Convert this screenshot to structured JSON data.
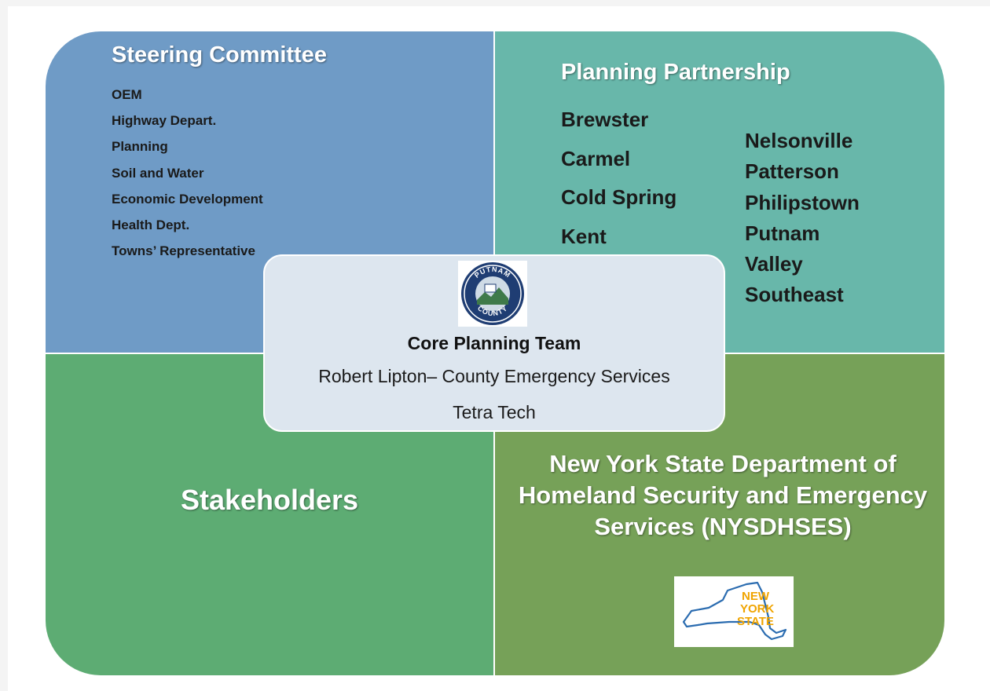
{
  "steering": {
    "title": "Steering Committee",
    "items": [
      "OEM",
      "Highway Depart.",
      "Planning",
      "Soil and Water",
      "Economic Development",
      "Health Dept.",
      "Towns’ Representative"
    ]
  },
  "partnership": {
    "title": "Planning Partnership",
    "column_1": [
      "Brewster",
      "Carmel",
      "Cold Spring",
      "Kent"
    ],
    "column_2": [
      "Nelsonville",
      "Patterson",
      "Philipstown",
      "Putnam",
      "Valley",
      "Southeast"
    ]
  },
  "stakeholders": {
    "title": "Stakeholders"
  },
  "nysdhses": {
    "title_lines": [
      "New York State Department of",
      "Homeland Security and Emergency",
      "Services (NYSDHSES)"
    ],
    "logo_text": [
      "NEW",
      "YORK",
      "STATE"
    ]
  },
  "core_team": {
    "seal_text": [
      "PUTNAM",
      "COUNTY"
    ],
    "title": "Core Planning Team",
    "members": [
      "Robert Lipton– County Emergency Services",
      "Tetra Tech"
    ]
  },
  "colors": {
    "steering": "#6f9bc6",
    "partnership": "#68b7aa",
    "stakeholders": "#5dac73",
    "nysdhses": "#76a158",
    "core_box": "#dde6ef",
    "nys_logo_orange": "#f0a400",
    "nys_logo_blue": "#2b6cb0"
  }
}
